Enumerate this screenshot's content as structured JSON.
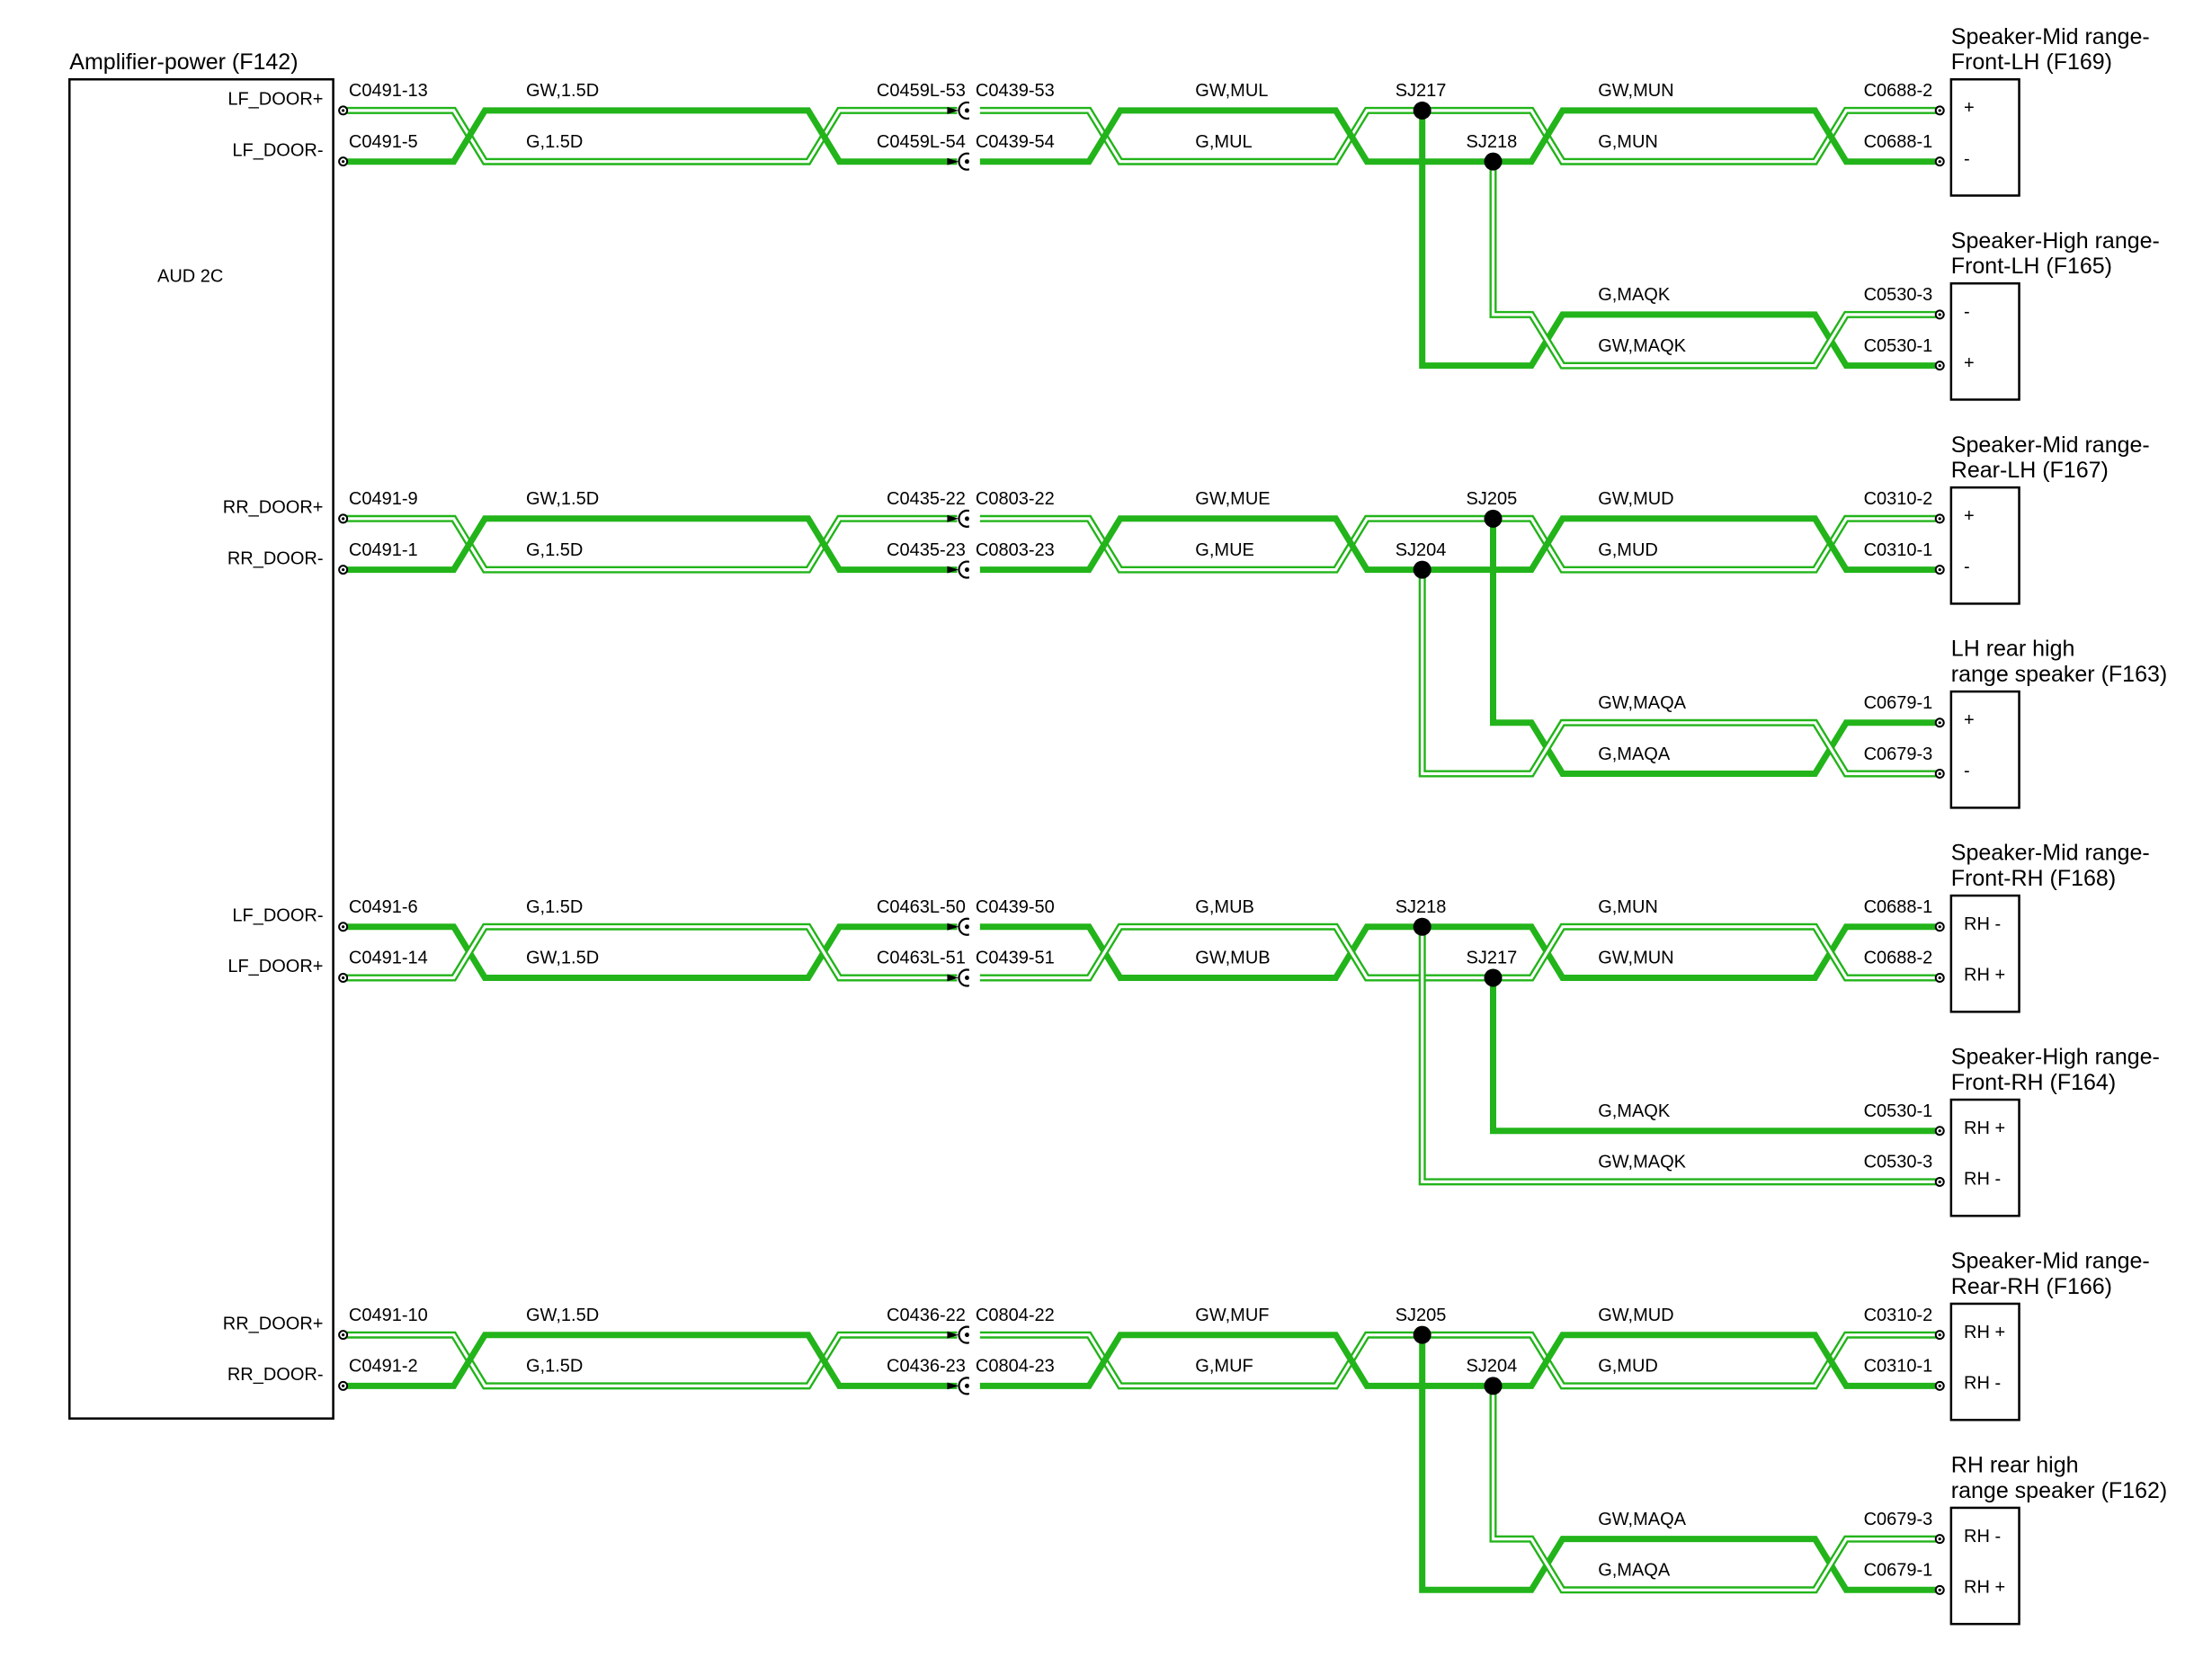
{
  "colors": {
    "wire": "#22b41a",
    "outline": "#000000",
    "background": "#ffffff"
  },
  "amplifier": {
    "title": "Amplifier-power (F142)",
    "inner_label": "AUD 2C"
  },
  "blocks": [
    {
      "pins": [
        "LF_DOOR+",
        "LF_DOOR-"
      ],
      "c1": [
        "C0491-13",
        "C0491-5"
      ],
      "s1": [
        "GW,1.5D",
        "G,1.5D"
      ],
      "c2": [
        "C0459L-53",
        "C0459L-54"
      ],
      "c3": [
        "C0439-53",
        "C0439-54"
      ],
      "s2": [
        "GW,MUL",
        "G,MUL"
      ],
      "splices": [
        "SJ217",
        "SJ218"
      ],
      "spk1": {
        "title": [
          "Speaker-Mid range-",
          "Front-LH (F169)"
        ],
        "wires": [
          "GW,MUN",
          "G,MUN"
        ],
        "conns": [
          "C0688-2",
          "C0688-1"
        ],
        "pins": [
          "+",
          "-"
        ]
      },
      "spk2": {
        "title": [
          "Speaker-High range-",
          "Front-LH (F165)"
        ],
        "wires": [
          "G,MAQK",
          "GW,MAQK"
        ],
        "conns": [
          "C0530-3",
          "C0530-1"
        ],
        "pins": [
          "-",
          "+"
        ]
      }
    },
    {
      "pins": [
        "RR_DOOR+",
        "RR_DOOR-"
      ],
      "c1": [
        "C0491-9",
        "C0491-1"
      ],
      "s1": [
        "GW,1.5D",
        "G,1.5D"
      ],
      "c2": [
        "C0435-22",
        "C0435-23"
      ],
      "c3": [
        "C0803-22",
        "C0803-23"
      ],
      "s2": [
        "GW,MUE",
        "G,MUE"
      ],
      "splices": [
        "SJ205",
        "SJ204"
      ],
      "spk1": {
        "title": [
          "Speaker-Mid range-",
          "Rear-LH (F167)"
        ],
        "wires": [
          "GW,MUD",
          "G,MUD"
        ],
        "conns": [
          "C0310-2",
          "C0310-1"
        ],
        "pins": [
          "+",
          "-"
        ]
      },
      "spk2": {
        "title": [
          "LH rear high",
          "range speaker (F163)"
        ],
        "wires": [
          "GW,MAQA",
          "G,MAQA"
        ],
        "conns": [
          "C0679-1",
          "C0679-3"
        ],
        "pins": [
          "+",
          "-"
        ]
      }
    },
    {
      "pins": [
        "LF_DOOR-",
        "LF_DOOR+"
      ],
      "c1": [
        "C0491-6",
        "C0491-14"
      ],
      "s1": [
        "G,1.5D",
        "GW,1.5D"
      ],
      "c2": [
        "C0463L-50",
        "C0463L-51"
      ],
      "c3": [
        "C0439-50",
        "C0439-51"
      ],
      "s2": [
        "G,MUB",
        "GW,MUB"
      ],
      "splices": [
        "SJ218",
        "SJ217"
      ],
      "spk1": {
        "title": [
          "Speaker-Mid range-",
          "Front-RH (F168)"
        ],
        "wires": [
          "G,MUN",
          "GW,MUN"
        ],
        "conns": [
          "C0688-1",
          "C0688-2"
        ],
        "pins": [
          "RH -",
          "RH +"
        ]
      },
      "spk2": {
        "title": [
          "Speaker-High range-",
          "Front-RH (F164)"
        ],
        "wires": [
          "G,MAQK",
          "GW,MAQK"
        ],
        "conns": [
          "C0530-1",
          "C0530-3"
        ],
        "pins": [
          "RH +",
          "RH -"
        ]
      }
    },
    {
      "pins": [
        "RR_DOOR+",
        "RR_DOOR-"
      ],
      "c1": [
        "C0491-10",
        "C0491-2"
      ],
      "s1": [
        "GW,1.5D",
        "G,1.5D"
      ],
      "c2": [
        "C0436-22",
        "C0436-23"
      ],
      "c3": [
        "C0804-22",
        "C0804-23"
      ],
      "s2": [
        "GW,MUF",
        "G,MUF"
      ],
      "splices": [
        "SJ205",
        "SJ204"
      ],
      "spk1": {
        "title": [
          "Speaker-Mid range-",
          "Rear-RH (F166)"
        ],
        "wires": [
          "GW,MUD",
          "G,MUD"
        ],
        "conns": [
          "C0310-2",
          "C0310-1"
        ],
        "pins": [
          "RH +",
          "RH -"
        ]
      },
      "spk2": {
        "title": [
          "RH rear high",
          "range speaker (F162)"
        ],
        "wires": [
          "GW,MAQA",
          "G,MAQA"
        ],
        "conns": [
          "C0679-3",
          "C0679-1"
        ],
        "pins": [
          "RH -",
          "RH +"
        ]
      }
    }
  ]
}
